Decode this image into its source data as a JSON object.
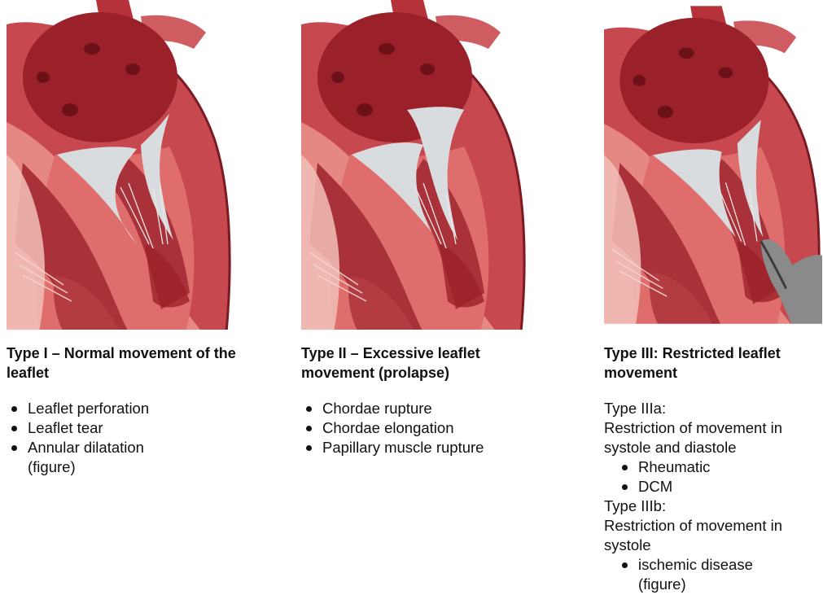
{
  "panels": [
    {
      "title": "Type I – Normal movement of the leaflet",
      "bullets": [
        "Leaflet perforation",
        "Leaflet tear",
        "Annular dilatation (figure)"
      ]
    },
    {
      "title": "Type II – Excessive leaflet movement (prolapse)",
      "bullets": [
        "Chordae rupture",
        "Chordae elongation",
        "Papillary muscle rupture"
      ]
    },
    {
      "title": "Type III: Restricted leaflet movement",
      "subtype_a": {
        "label": "Type IIIa:",
        "description": "Restriction of movement in systole and diastole",
        "bullets": [
          "Rheumatic",
          "DCM"
        ]
      },
      "subtype_b": {
        "label": "Type IIIb:",
        "description": "Restriction of movement in systole",
        "bullets": [
          "ischemic disease (figure)"
        ]
      }
    }
  ],
  "colors": {
    "myocardium": "#c0444a",
    "myocardium_dark": "#8e1f27",
    "myocardium_light": "#e2837f",
    "atrium": "#a82e36",
    "leaflet": "#d9dcdf",
    "infarct": "#8a8a8a"
  }
}
